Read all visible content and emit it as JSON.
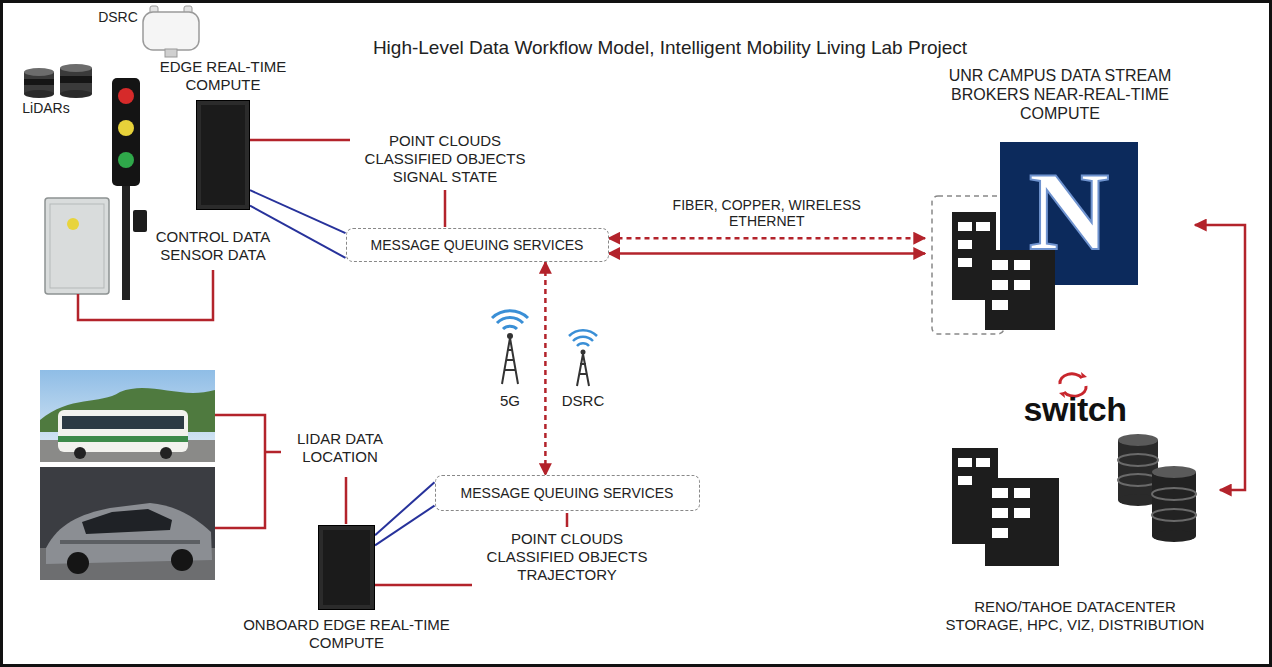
{
  "diagram": {
    "title": "High-Level Data Workflow Model, Intelligent Mobility Living Lab Project",
    "nodes": [
      {
        "text": [
          "EDGE REAL-TIME COMPUTE"
        ]
      },
      {
        "text": [
          "MESSAGE QUEUING SERVICES"
        ]
      },
      {
        "text": [
          "UNR CAMPUS DATA STREAM BROKERS NEAR-REAL-TIME COMPUTE"
        ]
      },
      {
        "text": [
          "MESSAGE QUEUING SERVICES"
        ]
      },
      {
        "text": [
          "ONBOARD EDGE REAL-TIME COMPUTE"
        ]
      },
      {
        "text": [
          "switch",
          "RENO/TAHOE DATACENTER STORAGE, HPC, VIZ, DISTRIBUTION"
        ]
      }
    ],
    "edges": [
      {
        "from": 0,
        "to": 1,
        "arrow": "none"
      },
      {
        "from": 0,
        "to": 1,
        "arrow": "none"
      },
      {
        "from": 1,
        "to": 2,
        "arrow": "both",
        "label": "FIBER, COPPER, WIRELESS ETHERNET"
      },
      {
        "from": 1,
        "to": 2,
        "arrow": "both"
      },
      {
        "from": 1,
        "to": 3,
        "arrow": "both"
      },
      {
        "from": 4,
        "to": 3,
        "arrow": "none"
      },
      {
        "from": 4,
        "to": 3,
        "arrow": "none"
      },
      {
        "from": 2,
        "to": 5,
        "arrow": "both"
      }
    ],
    "labels": [
      "DSRC",
      "LiDARs",
      "POINT CLOUDS CLASSIFIED OBJECTS SIGNAL STATE",
      "CONTROL DATA SENSOR DATA",
      "N",
      "5G",
      "DSRC",
      "LIDAR DATA LOCATION",
      "POINT CLOUDS CLASSIFIED OBJECTS TRAJECTORY"
    ]
  }
}
